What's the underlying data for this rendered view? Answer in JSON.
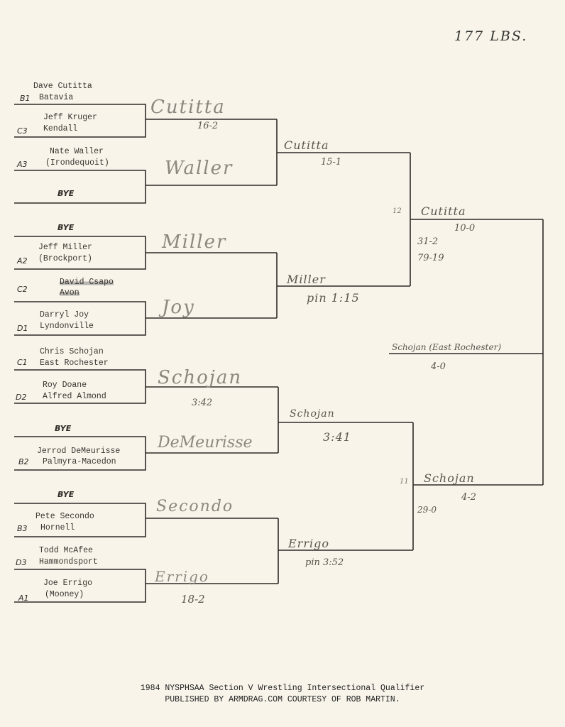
{
  "weight_class": "177 LBS.",
  "entries": [
    {
      "seed": "B1",
      "name": "Dave Cutitta",
      "school": "Batavia"
    },
    {
      "seed": "C3",
      "name": "Jeff Kruger",
      "school": "Kendall"
    },
    {
      "seed": "A3",
      "name": "Nate Waller",
      "school": "(Irondequoit)"
    },
    {
      "name": "BYE"
    },
    {
      "name": "BYE"
    },
    {
      "seed": "A2",
      "name": "Jeff Miller",
      "school": "(Brockport)"
    },
    {
      "seed": "C2",
      "name": "David Csapo",
      "school": "Avon"
    },
    {
      "seed": "D1",
      "name": "Darryl Joy",
      "school": "Lyndonville"
    },
    {
      "seed": "C1",
      "name": "Chris Schojan",
      "school": "East Rochester"
    },
    {
      "seed": "D2",
      "name": "Roy Doane",
      "school": "Alfred Almond"
    },
    {
      "name": "BYE"
    },
    {
      "seed": "B2",
      "name": "Jerrod DeMeurisse",
      "school": "Palmyra-Macedon"
    },
    {
      "name": "BYE"
    },
    {
      "seed": "B3",
      "name": "Pete Secondo",
      "school": "Hornell"
    },
    {
      "seed": "D3",
      "name": "Todd McAfee",
      "school": "Hammondsport"
    },
    {
      "seed": "A1",
      "name": "Joe Errigo",
      "school": "(Mooney)"
    }
  ],
  "round1": [
    {
      "winner": "Cutitta",
      "score": "16-2"
    },
    {
      "winner": "Waller"
    },
    {
      "winner": "Miller"
    },
    {
      "winner": "Joy"
    },
    {
      "winner": "Schojan",
      "score": "3:42"
    },
    {
      "winner": "DeMeurisse"
    },
    {
      "winner": "Secondo"
    },
    {
      "winner": "Errigo",
      "score": "18-2"
    }
  ],
  "round2": [
    {
      "winner": "Cutitta",
      "score": "15-1"
    },
    {
      "winner": "Miller",
      "score": "pin 1:15"
    },
    {
      "winner": "Schojan",
      "score": "3:41"
    },
    {
      "winner": "Errigo",
      "score": "pin 3:52"
    }
  ],
  "semifinals": [
    {
      "bout": "12",
      "winner": "Cutitta",
      "score": "10-0",
      "record": "31-2",
      "career": "79-19"
    },
    {
      "bout": "11",
      "winner": "Schojan",
      "score": "4-2",
      "record": "29-0"
    }
  ],
  "final": {
    "winner": "Schojan (East Rochester)",
    "score": "4-0"
  },
  "footer": {
    "line1": "1984 NYSPHSAA Section V Wrestling Intersectional Qualifier",
    "line2": "PUBLISHED BY ARMDRAG.COM COURTESY OF ROB MARTIN."
  }
}
